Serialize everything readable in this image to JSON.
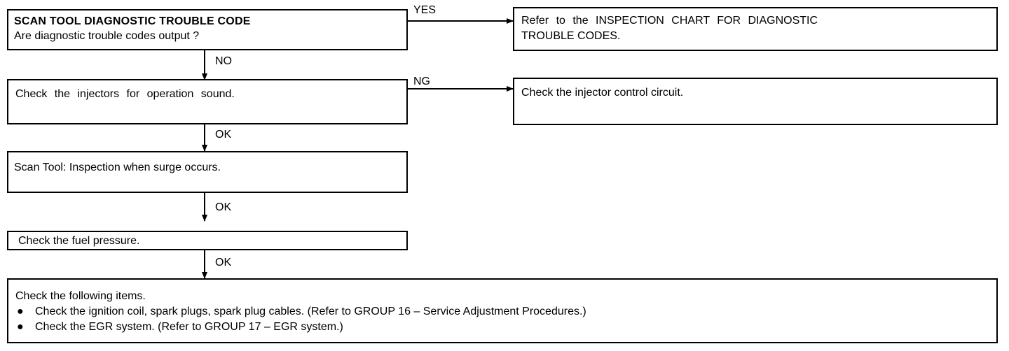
{
  "boxes": {
    "scan_code": {
      "title": "SCAN TOOL DIAGNOSTIC TROUBLE CODE",
      "question": "Are diagnostic trouble codes output ?"
    },
    "refer_chart": {
      "line1": "Refer to the INSPECTION CHART FOR DIAGNOSTIC",
      "line2": "TROUBLE CODES."
    },
    "injector_sound": {
      "text": "Check the injectors for operation sound."
    },
    "injector_circuit": {
      "text": "Check the injector control circuit."
    },
    "surge": {
      "text": "Scan Tool: Inspection when surge occurs."
    },
    "fuel_pressure": {
      "text": "Check the fuel pressure."
    },
    "final": {
      "heading": "Check the following items.",
      "items": [
        "Check the ignition coil, spark plugs, spark plug cables. (Refer to GROUP 16 – Service Adjustment Procedures.)",
        "Check the EGR system. (Refer to GROUP 17 – EGR system.)"
      ]
    }
  },
  "labels": {
    "yes": "YES",
    "no": "NO",
    "ng": "NG",
    "ok1": "OK",
    "ok2": "OK",
    "ok3": "OK"
  }
}
